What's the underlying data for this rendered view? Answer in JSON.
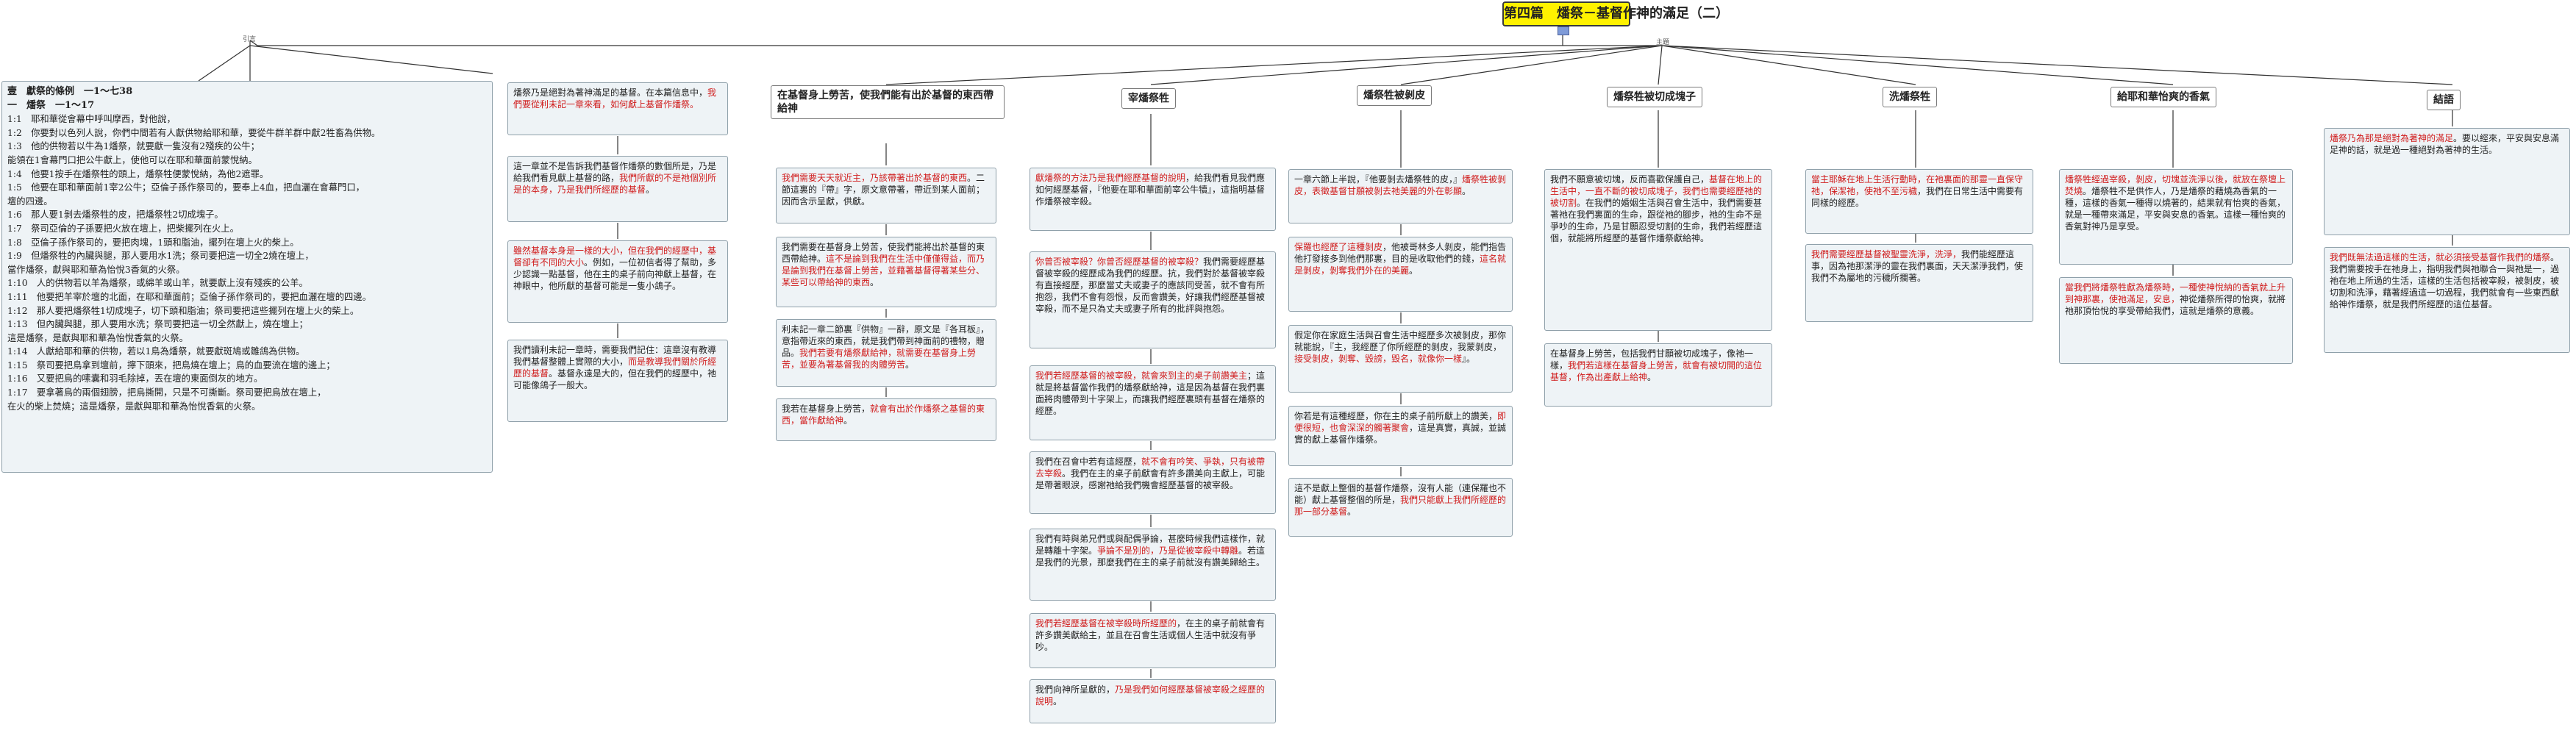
{
  "root": {
    "title": "第四篇　燔祭－基督作神的滿足（二）"
  },
  "hub_labels": {
    "left": "引言",
    "right": "主題"
  },
  "outline": {
    "title1": "壹　獻祭的條例　一1～七38",
    "title2": "一　燔祭　一1～17",
    "lines": [
      "1:1　耶和華從會幕中呼叫摩西，對他說，",
      "1:2　你要對以色列人說，你們中間若有人獻供物給耶和華，要從牛群羊群中獻2牲畜為供物。",
      "1:3　他的供物若以牛為1燔祭，就要獻一隻沒有2殘疾的公牛；",
      "能領在1會幕門口把公牛獻上，使他可以在耶和華面前蒙悅納。",
      "1:4　他要1按手在燔祭牲的頭上，燔祭牲便蒙悅納，為他2遮罪。",
      "1:5　他要在耶和華面前1宰2公牛；亞倫子孫作祭司的，要奉上4血，把血灑在會幕門口，",
      "壇的四邊。",
      "1:6　那人要1剝去燔祭牲的皮，把燔祭牲2切成塊子。",
      "1:7　祭司亞倫的子孫要把火放在壇上，把柴擺列在火上。",
      "1:8　亞倫子孫作祭司的，要把肉塊，1頭和脂油，擺列在壇上火的柴上。",
      "1:9　但燔祭牲的內臟與腿，那人要用水1洗；祭司要把這一切全2燒在壇上，",
      "當作燔祭，獻與耶和華為怡悅3香氣的火祭。",
      "1:10　人的供物若以羊為燔祭，或綿羊或山羊，就要獻上沒有殘疾的公羊。",
      "1:11　他要把羊宰於壇的北面，在耶和華面前；亞倫子孫作祭司的，要把血灑在壇的四邊。",
      "1:12　那人要把燔祭牲1切成塊子，切下頭和脂油；祭司要把這些擺列在壇上火的柴上。",
      "1:13　但內臟與腿，那人要用水洗；祭司要把這一切全然獻上，燒在壇上；",
      "這是燔祭，是獻與耶和華為怡悅香氣的火祭。",
      "1:14　人獻給耶和華的供物，若以1鳥為燔祭，就要獻斑鳩或雛鴿為供物。",
      "1:15　祭司要把鳥拿到壇前，擰下頭來，把鳥燒在壇上；鳥的血要流在壇的邊上；",
      "1:16　又要把鳥的嗉囊和羽毛除掉，丟在壇的東面倒灰的地方。",
      "1:17　要拿著鳥的兩個翅膀，把鳥撕開，只是不可撕斷。祭司要把鳥放在壇上，",
      "在火的柴上焚燒；這是燔祭，是獻與耶和華為怡悅香氣的火祭。"
    ]
  },
  "intro_boxes": [
    {
      "text": "燔祭乃是絕對為著神滿足的基督。在本篇信息中，",
      "red": "我們要從利未記一章來看，如何獻上基督作燔祭。",
      "tail": ""
    },
    {
      "text": "這一章並不是告訴我們基督作燔祭的數個所是，乃是給我們看見獻上基督的路，",
      "red": "我們所獻的不是祂個別所是的本身，乃是我們所經歷的基督",
      "tail": "。"
    },
    {
      "text": "",
      "red": "雖然基督本身是一樣的大小，但在我們的經歷中，基督卻有不同的大小",
      "tail": "。例如，一位初信者得了幫助，多少認識一點基督，他在主的桌子前向神獻上基督，在神眼中，他所獻的基督可能是一隻小鴿子。"
    },
    {
      "text": "我們讀利未記一章時，需要我們記住：這章沒有教導我們基督整體上實際的大小，",
      "red": "而是教導我們關於所經歷的基督",
      "tail": "。基督永遠是大的，但在我們的經歷中，祂可能像鴿子一般大。"
    }
  ],
  "branches": {
    "b1": {
      "title": "在基督身上勞苦，使我們能有出於基督的東西帶給神",
      "boxes": [
        {
          "text": "",
          "red": "我們需要天天就近主，乃該帶著出於基督的東西",
          "tail": "。二節這裏的『帶』字，原文意帶著，帶近到某人面前；因而含示呈獻，供獻。"
        },
        {
          "text": "我們需要在基督身上勞苦，使我們能將出於基督的東西帶給神。",
          "red": "這不是論到我們在生活中僅僅得益，而乃是論到我們在基督上勞苦，並藉著基督得著某些分、某些可以帶給神的東西",
          "tail": "。"
        },
        {
          "text": "利未記一章二節裏『供物』一辭，原文是『各耳板』，意指帶近來的東西，就是我們帶到神面前的禮物，贈品。",
          "red": "我們若要有燔祭獻給神，就需要在基督身上勞苦，並要為著基督我的肉體勞苦",
          "tail": "。"
        },
        {
          "text": "我若在基督身上勞苦，",
          "red": "就會有出於作燔祭之基督的東西，當作獻給神",
          "tail": "。"
        }
      ]
    },
    "b2": {
      "title": "宰燔祭牲",
      "boxes": [
        {
          "text": "",
          "red": "獻燔祭的方法乃是我們經歷基督的說明",
          "tail": "，給我們看見我們應如何經歷基督，『他要在耶和華面前宰公牛犢』，這指明基督作燔祭被宰殺。"
        },
        {
          "text": "",
          "red": "你曾否被宰殺？你曾否經歷基督的被宰殺？",
          "tail": "我們需要經歷基督被宰殺的經歷成為我們的經歷。抗，我們對於基督被宰殺有直接經歷，那麼當丈夫或妻子的應該同受苦，就不會有所抱怨，我們不會有怨恨，反而會讚美，好讓我們經歷基督被宰殺，而不是只為丈夫或妻子所有的批評與抱怨。"
        },
        {
          "text": "",
          "red": "我們若經歷基督的被宰殺，就會來到主的桌子前讚美主",
          "tail": "；這就是將基督當作我們的燔祭獻給神，這是因為基督在我們裏面將肉體帶到十字架上，而讓我們經歷裏頭有基督在燔祭的經歷。"
        },
        {
          "text": "我們在召會中若有這經歷，",
          "red": "就不會有吟笑、爭執，只有被帶去宰殺",
          "tail": "。我們在主的桌子前獻會有許多讚美向主獻上，可能是帶著眼淚，感謝祂給我們機會經歷基督的被宰殺。"
        },
        {
          "text": "我們有時與弟兄們或與配偶爭論，甚麼時候我們這樣作，就是轉離十字架。",
          "red": "爭論不是別的，乃是從被宰殺中轉離",
          "tail": "。若這是我們的光景，那麼我們在主的桌子前就沒有讚美歸給主。"
        },
        {
          "text": "",
          "red": "我們若經歷基督在被宰殺時所經歷的",
          "tail": "，在主的桌子前就會有許多讚美獻給主，並且在召會生活或個人生活中就沒有爭吵。"
        },
        {
          "text": "我們向神所呈獻的，",
          "red": "乃是我們如何經歷基督被宰殺之經歷的說明",
          "tail": "。"
        }
      ]
    },
    "b3": {
      "title": "燔祭牲被剝皮",
      "boxes": [
        {
          "text": "一章六節上半說，『他要剝去燔祭牲的皮，』",
          "red": "燔祭牲被剝皮，表徵基督甘願被剝去祂美麗的外在彰顯",
          "tail": "。"
        },
        {
          "text": "",
          "red": "保羅也經歷了這種剝皮",
          "tail": "，他被哥林多人剝皮，能們指告他打發接多到他們那裏，目的是收取他們的錢，",
          "red2": "這名就是剝皮，剝奪我們外在的美麗",
          "tail2": "。"
        },
        {
          "text": "假定你在家庭生活與召會生活中經歷多次被剝皮，那你就能說，『主，我經歷了你所經歷的剝皮，我蒙剝皮，",
          "red": "接受剝皮，剝奪、毀謗，毀名，就像你一樣",
          "tail": "』。"
        },
        {
          "text": "你若是有這種經歷，你在主的桌子前所獻上的讚美，",
          "red": "即便很短，也會深深的觸著聚會",
          "tail": "，這是真實，真誠，並誠實的獻上基督作燔祭。"
        },
        {
          "text": "這不是獻上整個的基督作燔祭，沒有人能（連保羅也不能）獻上基督整個的所是，",
          "red": "我們只能獻上我們所經歷的那一部分基督",
          "tail": "。"
        }
      ]
    },
    "b4": {
      "title": "燔祭牲被切成塊子",
      "boxes": [
        {
          "text": "我們不願意被切塊，反而喜歡保護自己，",
          "red": "基督在地上的生活中，一直不斷的被切成塊子，我們也需要經歷祂的被切割",
          "tail": "。在我們的婚姻生活與召會生活中，我們需要甚著祂在我們裏面的生命，跟從祂的腳步，祂的生命不是爭吵的生命，乃是甘願忍受切割的生命，我們若經歷這個，就能將所經歷的基督作燔祭獻給神。"
        },
        {
          "text": "在基督身上勞苦，包括我們甘願被切成塊子，像祂一樣，",
          "red": "我們若這樣在基督身上勞苦，就會有被切開的這位基督，作為出產獻上給神",
          "tail": "。"
        }
      ]
    },
    "b5": {
      "title": "洗燔祭牲",
      "boxes": [
        {
          "text": "",
          "red": "當主耶穌在地上生活行動時，在祂裏面的那靈一直保守祂，保潔祂，使祂不至污穢",
          "tail": "，我們在日常生活中需要有同樣的經歷。"
        },
        {
          "text": "",
          "red": "我們需要經歷基督被聖靈洗淨，洗淨，",
          "tail": "我們能經歷這事，因為祂那潔淨的靈在我們裏面，天天潔淨我們，使我們不為屬地的污穢所攔著。"
        }
      ]
    },
    "b6": {
      "title": "給耶和華怡爽的香氣",
      "boxes": [
        {
          "text": "",
          "red": "燔祭牲經過宰殺，剝皮，切塊並洗淨以後，就放在祭壇上焚燒",
          "tail": "。燔祭牲不是供作人，乃是燔祭的藉燒為香氣的一種，這樣的香氣一種得以燒著的，結果就有怡爽的香氣，就是一種帶來滿足，平安與安息的香氣。這樣一種怡爽的香氣對神乃是享受。"
        },
        {
          "text": "",
          "red": "當我們將燔祭牲獻為燔祭時，一種使神悅納的香氣就上升到神那裏，使祂滿足，安息，",
          "tail": "神從燔祭所得的怡爽，就將祂那頂怡悅的享受帶給我們，這就是燔祭的意義。"
        }
      ]
    },
    "b7": {
      "title": "結語",
      "boxes": [
        {
          "text": "",
          "red": "燔祭乃為那是絕對為著神的滿足",
          "tail": "。要以經來，平安與安息滿足神的話，就是過一種絕對為著神的生活。"
        },
        {
          "text": "",
          "red": "我們既無法過這樣的生活，就必須接受基督作我們的燔祭",
          "tail": "。我們需要按手在祂身上，指明我們與祂聯合一與祂是一，過祂在地上所過的生活，這樣的生活包括被宰殺，被剝皮，被切割和洗淨，藉著經過這一切過程，我們就會有一些東西獻給神作燔祭，就是我們所經歷的這位基督。"
        }
      ]
    }
  }
}
